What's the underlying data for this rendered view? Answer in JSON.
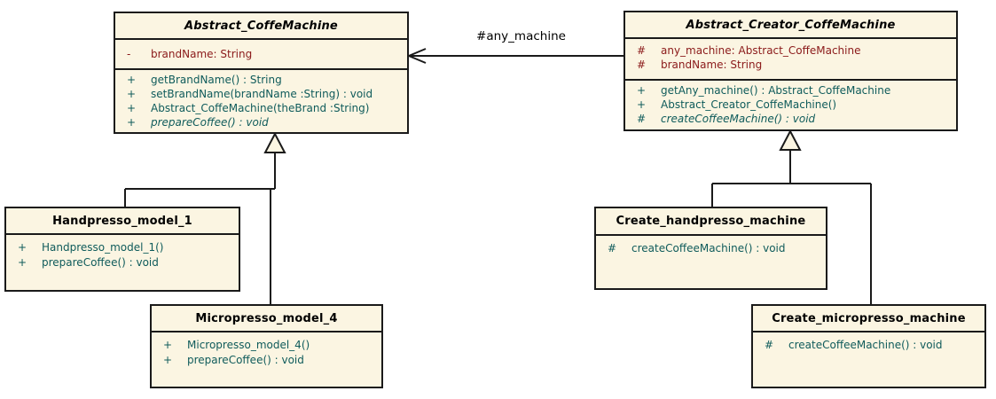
{
  "diagram_title": "Coffee machine factory method UML class diagram",
  "colors": {
    "class_fill": "#FBF5E2",
    "line_color": "#1a1a1a",
    "attribute_text": "#8B1A1A",
    "method_text": "#0F5B5B",
    "title_text": "#000000"
  },
  "classes": {
    "abstract_coffe_machine": {
      "title": "Abstract_CoffeMachine",
      "stereotype": "abstract",
      "attributes": [
        {
          "visibility": "-",
          "text": "brandName: String"
        }
      ],
      "methods": [
        {
          "visibility": "+",
          "text": "getBrandName() : String"
        },
        {
          "visibility": "+",
          "text": "setBrandName(brandName :String) : void"
        },
        {
          "visibility": "+",
          "text": "Abstract_CoffeMachine(theBrand :String)"
        },
        {
          "visibility": "+",
          "text": "prepareCoffee() : void",
          "abstract": true
        }
      ]
    },
    "abstract_creator_coffe_machine": {
      "title": "Abstract_Creator_CoffeMachine",
      "stereotype": "abstract",
      "attributes": [
        {
          "visibility": "#",
          "text": "any_machine: Abstract_CoffeMachine"
        },
        {
          "visibility": "#",
          "text": "brandName: String"
        }
      ],
      "methods": [
        {
          "visibility": "+",
          "text": "getAny_machine() : Abstract_CoffeMachine"
        },
        {
          "visibility": "+",
          "text": "Abstract_Creator_CoffeMachine()"
        },
        {
          "visibility": "#",
          "text": "createCoffeeMachine() : void",
          "abstract": true
        }
      ]
    },
    "handpresso_model_1": {
      "title": "Handpresso_model_1",
      "methods": [
        {
          "visibility": "+",
          "text": "Handpresso_model_1()"
        },
        {
          "visibility": "+",
          "text": "prepareCoffee() : void"
        }
      ]
    },
    "micropresso_model_4": {
      "title": "Micropresso_model_4",
      "methods": [
        {
          "visibility": "+",
          "text": "Micropresso_model_4()"
        },
        {
          "visibility": "+",
          "text": "prepareCoffee() : void"
        }
      ]
    },
    "create_handpresso_machine": {
      "title": "Create_handpresso_machine",
      "methods": [
        {
          "visibility": "#",
          "text": "createCoffeeMachine() : void"
        }
      ]
    },
    "create_micropresso_machine": {
      "title": "Create_micropresso_machine",
      "methods": [
        {
          "visibility": "#",
          "text": "createCoffeeMachine() : void"
        }
      ]
    }
  },
  "relationships": {
    "association": {
      "label": "#any_machine",
      "from": "Abstract_Creator_CoffeMachine",
      "to": "Abstract_CoffeMachine",
      "type": "directed association"
    },
    "generalizations": [
      {
        "from": "Handpresso_model_1",
        "to": "Abstract_CoffeMachine"
      },
      {
        "from": "Micropresso_model_4",
        "to": "Abstract_CoffeMachine"
      },
      {
        "from": "Create_handpresso_machine",
        "to": "Abstract_Creator_CoffeMachine"
      },
      {
        "from": "Create_micropresso_machine",
        "to": "Abstract_Creator_CoffeMachine"
      }
    ]
  }
}
